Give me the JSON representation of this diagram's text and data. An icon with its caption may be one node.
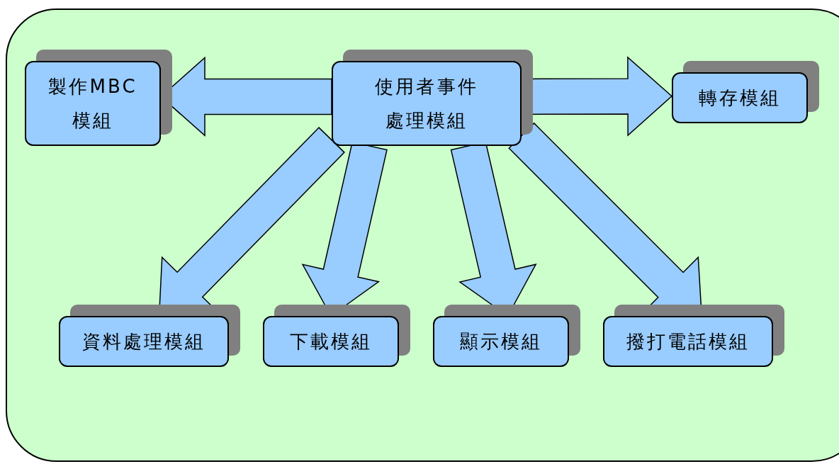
{
  "diagram": {
    "nodes": [
      {
        "text": [],
        "shape": "box"
      },
      {
        "text": [
          "使用者事件處理模組"
        ],
        "in": 0
      },
      {
        "text": [
          "製作MBC模組"
        ],
        "in": 0
      },
      {
        "text": [
          "轉存模組"
        ],
        "in": 0
      },
      {
        "text": [
          "資料處理模組"
        ],
        "in": 0
      },
      {
        "text": [
          "下載模組"
        ],
        "in": 0
      },
      {
        "text": [
          "顯示模組"
        ],
        "in": 0
      },
      {
        "text": [
          "撥打電話模組"
        ],
        "in": 0
      }
    ],
    "edges": [
      {
        "from": 1,
        "to": 2,
        "arrow": "to"
      },
      {
        "from": 1,
        "to": 3,
        "arrow": "to"
      },
      {
        "from": 1,
        "to": 4,
        "arrow": "to"
      },
      {
        "from": 1,
        "to": 5,
        "arrow": "to"
      },
      {
        "from": 1,
        "to": 6,
        "arrow": "to"
      },
      {
        "from": 1,
        "to": 7,
        "arrow": "to"
      }
    ]
  }
}
